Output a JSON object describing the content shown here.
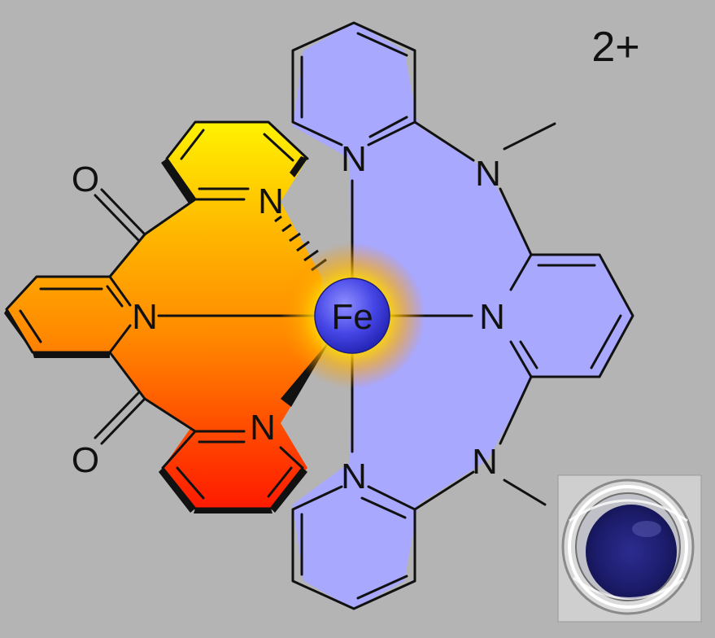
{
  "charge": "2+",
  "metal": {
    "label": "Fe"
  },
  "atoms": {
    "ketone_oxygen_top": "O",
    "ketone_oxygen_bottom": "O",
    "left_ligand_pyridine_n_top": "N",
    "left_ligand_pyridine_n_center": "N",
    "left_ligand_pyridine_n_bottom": "N",
    "right_ligand_pyridine_n_top": "N",
    "right_ligand_amine_n_top": "N",
    "right_ligand_pyridine_n_center": "N",
    "right_ligand_pyridine_n_bottom": "N",
    "right_ligand_amine_n_bottom": "N"
  },
  "colors": {
    "background": "#b4b4b4",
    "right_ligand_fill": "#a8a8ff",
    "left_ligand_top": "#ffe000",
    "left_ligand_middle": "#ff9a00",
    "left_ligand_bottom": "#ff2200",
    "metal_fill": "#4a4ae0",
    "metal_glow": "#ffd000"
  }
}
